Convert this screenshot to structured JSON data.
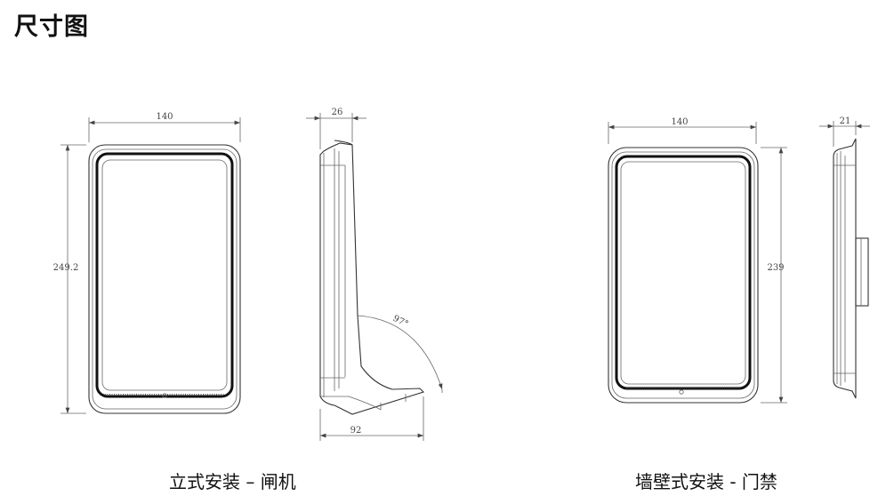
{
  "header": {
    "title": "尺寸图"
  },
  "gate": {
    "caption": "立式安装 – 闸机",
    "front_width": "140",
    "front_height": "249.2",
    "side_depth": "26",
    "base_depth": "92",
    "angle": "97°"
  },
  "wall": {
    "caption": "墙壁式安装 - 门禁",
    "front_width": "140",
    "front_height": "239",
    "side_depth": "21"
  },
  "colors": {
    "line": "#333333",
    "dimension": "#666666",
    "text": "#111111"
  }
}
